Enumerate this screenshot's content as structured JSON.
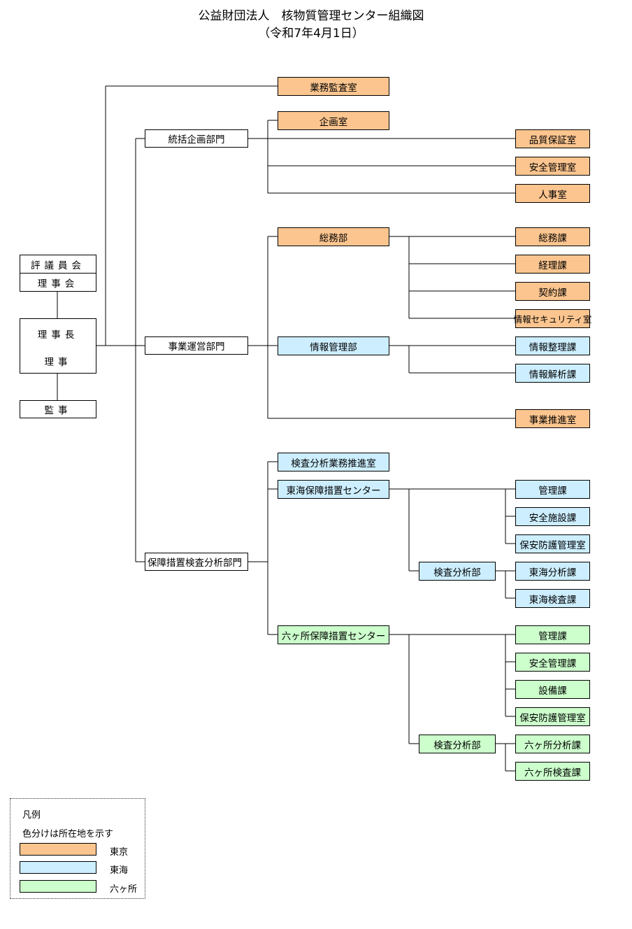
{
  "header": {
    "title": "公益財団法人　核物質管理センター組織図",
    "date": "（令和7年4月1日）"
  },
  "governance": {
    "council": "評議員会",
    "board": "理事会",
    "chairman": "理事長",
    "director": "理事",
    "auditor": "監事"
  },
  "colors": {
    "tokyo": "#fcc58f",
    "tokai": "#cceeff",
    "rokkasho": "#ccffcc"
  },
  "units": {
    "audit_office": "業務監査室",
    "planning_div": "統括企画部門",
    "planning_office": "企画室",
    "qa_office": "品質保証室",
    "safety_office": "安全管理室",
    "hr_office": "人事室",
    "operations_div": "事業運営部門",
    "general_affairs_dept": "総務部",
    "general_affairs_sec": "総務課",
    "accounting_sec": "経理課",
    "contract_sec": "契約課",
    "infosec_office": "情報セキュリティ室",
    "info_mgmt_dept": "情報管理部",
    "info_arrange_sec": "情報整理課",
    "info_analysis_sec": "情報解析課",
    "promotion_office": "事業推進室",
    "safeguards_div": "保障措置検査分析部門",
    "inspection_promo_office": "検査分析業務推進室",
    "tokai_center": "東海保障措置センター",
    "tokai_admin_sec": "管理課",
    "tokai_facility_sec": "安全施設課",
    "tokai_security_office": "保安防護管理室",
    "tokai_analysis_dept": "検査分析部",
    "tokai_analysis_sec": "東海分析課",
    "tokai_inspection_sec": "東海検査課",
    "rokkasho_center": "六ヶ所保障措置センター",
    "rokkasho_admin_sec": "管理課",
    "rokkasho_safety_sec": "安全管理課",
    "rokkasho_equipment_sec": "設備課",
    "rokkasho_security_office": "保安防護管理室",
    "rokkasho_analysis_dept": "検査分析部",
    "rokkasho_analysis_sec": "六ヶ所分析課",
    "rokkasho_inspection_sec": "六ヶ所検査課"
  },
  "legend": {
    "title": "凡例",
    "note": "色分けは所在地を示す",
    "tokyo": "東京",
    "tokai": "東海",
    "rokkasho": "六ヶ所"
  }
}
